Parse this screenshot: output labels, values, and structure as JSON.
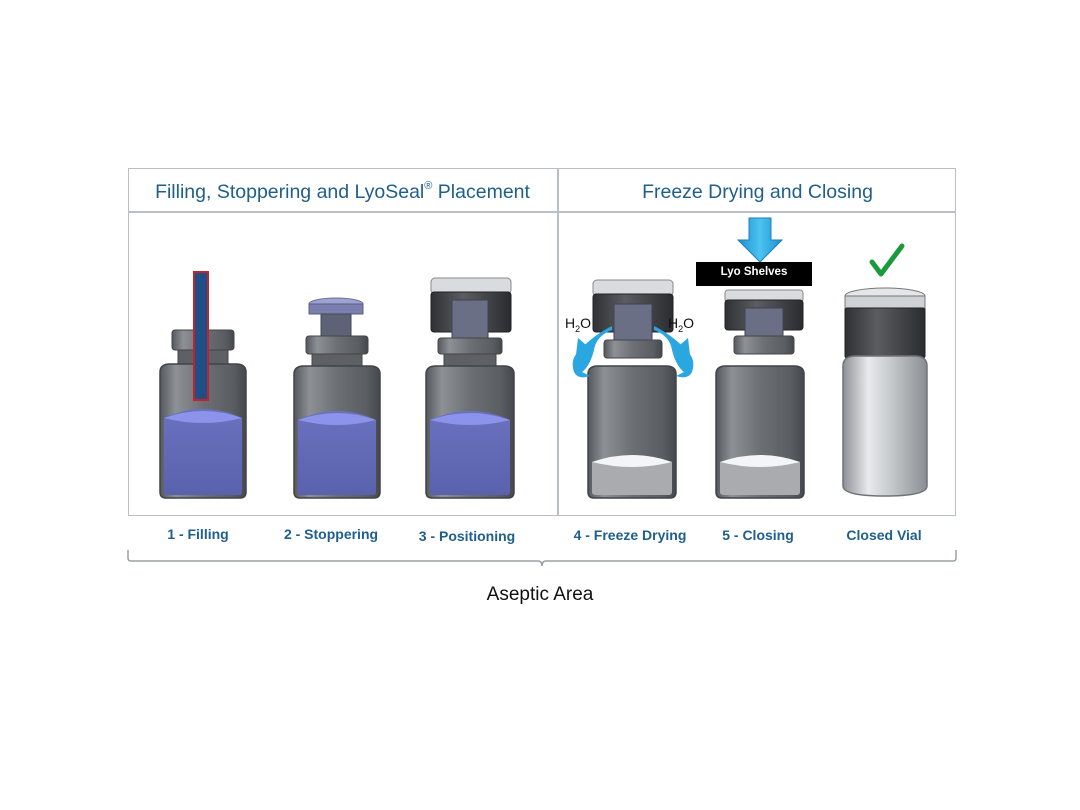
{
  "sections": {
    "left": {
      "title_main": "Filling, Stoppering and LyoSeal",
      "title_reg": "®",
      "title_tail": " Placement"
    },
    "right": {
      "title": "Freeze Drying and Closing"
    }
  },
  "steps": [
    {
      "label": "1 - Filling"
    },
    {
      "label": "2 - Stoppering"
    },
    {
      "label": "3 - Positioning"
    },
    {
      "label": "4 - Freeze Drying"
    },
    {
      "label": "5 - Closing"
    },
    {
      "label": "Closed Vial"
    }
  ],
  "annotations": {
    "lyo_shelves": "Lyo Shelves",
    "h2o_left": {
      "h": "H",
      "sub": "2",
      "o": "O"
    },
    "h2o_right": {
      "h": "H",
      "sub": "2",
      "o": "O"
    }
  },
  "footer": {
    "aseptic_area": "Aseptic Area"
  },
  "colors": {
    "title_blue": "#1f5f8b",
    "liquid": "#5f67b3",
    "vial_grey": "#6f7378",
    "arrow_blue": "#2aa6e0",
    "check_green": "#1a9a3a",
    "needle_red": "#c8202a"
  }
}
